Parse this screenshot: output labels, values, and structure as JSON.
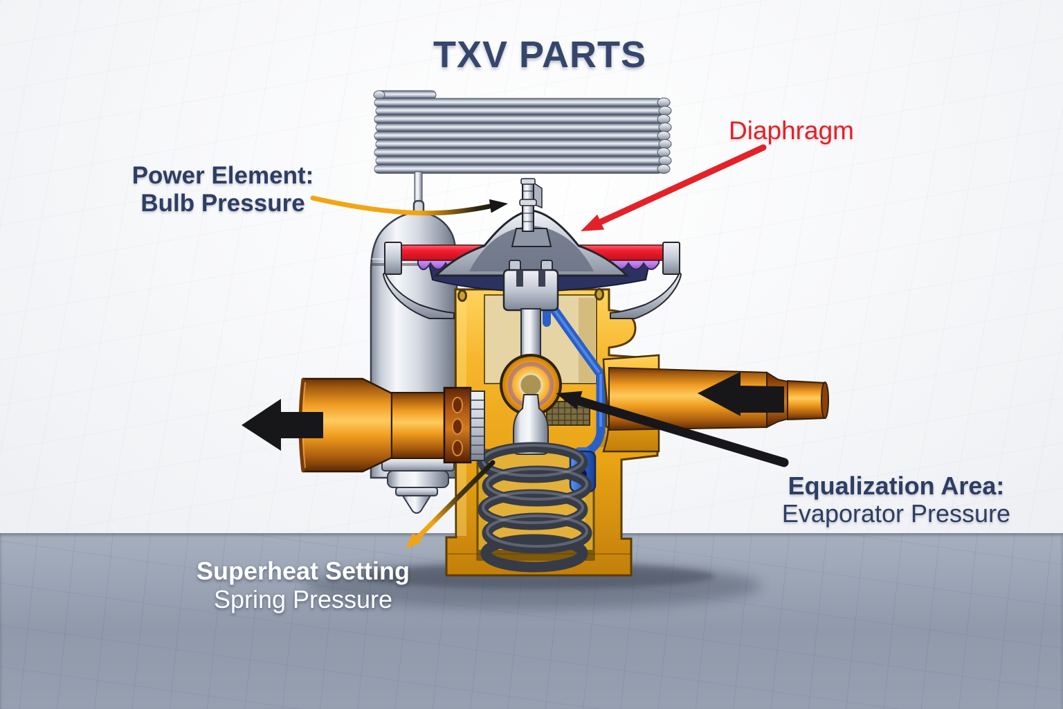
{
  "title": "TXV PARTS",
  "labels": {
    "power_element": {
      "line1": "Power Element:",
      "line2": "Bulb Pressure"
    },
    "diaphragm": {
      "text": "Diaphragm"
    },
    "equalization": {
      "line1": "Equalization Area:",
      "line2": "Evaporator Pressure"
    },
    "superheat": {
      "line1": "Superheat Setting",
      "line2": "Spring Pressure"
    }
  },
  "colors": {
    "title_navy": "#36466b",
    "label_navy": "#2e3d62",
    "label_red": "#e32128",
    "label_white": "#ffffff",
    "leader_orange": "#f2a513",
    "leader_black": "#17171b",
    "valve_body_gold": "#f2af1f",
    "pipe_orange": "#e08418",
    "diaphragm_red": "#e8232e",
    "membrane_purple": "#bd85ec",
    "chamber_navy": "#2b3260",
    "equalization_blue": "#2a5fc6",
    "metal_silver": "#ccd2db",
    "spring_gray": "#3b4150",
    "wall": "#f3f4f7",
    "floor": "#98a1b1"
  },
  "icons": {
    "inlet_flow_arrow": "left-arrow",
    "outlet_flow_arrow": "left-arrow"
  }
}
